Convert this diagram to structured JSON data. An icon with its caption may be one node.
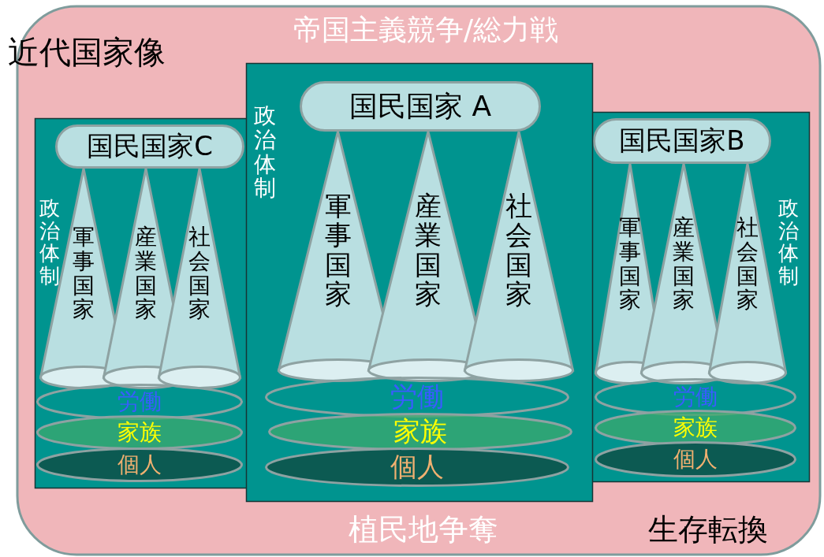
{
  "diagram": {
    "nodes": [
      {
        "text": [
          "近代国家像",
          "帝国主義競争/総力戦",
          "植民地争奪",
          "生存転換"
        ]
      },
      {
        "text": [
          "政治体制"
        ],
        "in": 0
      },
      {
        "text": [
          "国民国家C"
        ],
        "in": 1
      },
      {
        "text": [
          "軍事国家"
        ],
        "in": 1
      },
      {
        "text": [
          "産業国家"
        ],
        "in": 1
      },
      {
        "text": [
          "社会国家"
        ],
        "in": 1
      },
      {
        "text": [
          "労働"
        ],
        "in": 1
      },
      {
        "text": [
          "家族"
        ],
        "in": 1
      },
      {
        "text": [
          "個人"
        ],
        "in": 1
      },
      {
        "text": [
          "政治体制"
        ],
        "in": 0
      },
      {
        "text": [
          "国民国家 A"
        ],
        "in": 9
      },
      {
        "text": [
          "軍事国家"
        ],
        "in": 9
      },
      {
        "text": [
          "産業国家"
        ],
        "in": 9
      },
      {
        "text": [
          "社会国家"
        ],
        "in": 9
      },
      {
        "text": [
          "労働"
        ],
        "in": 9
      },
      {
        "text": [
          "家族"
        ],
        "in": 9
      },
      {
        "text": [
          "個人"
        ],
        "in": 9
      },
      {
        "text": [
          "政治体制"
        ],
        "in": 0
      },
      {
        "text": [
          "国民国家B"
        ],
        "in": 17
      },
      {
        "text": [
          "軍事国家"
        ],
        "in": 17
      },
      {
        "text": [
          "産業国家"
        ],
        "in": 17
      },
      {
        "text": [
          "社会国家"
        ],
        "in": 17
      },
      {
        "text": [
          "労働"
        ],
        "in": 17
      },
      {
        "text": [
          "家族"
        ],
        "in": 17
      },
      {
        "text": [
          "個人"
        ],
        "in": 17
      }
    ],
    "edges": []
  }
}
